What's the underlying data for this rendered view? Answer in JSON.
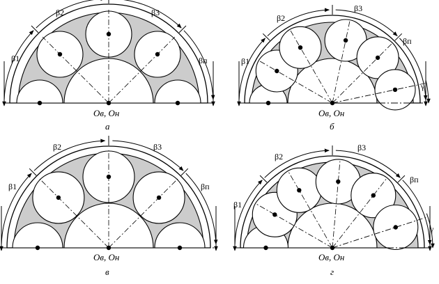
{
  "panels": [
    {
      "id": "a",
      "caption": "а",
      "center_label": "Oв, Oн",
      "angle_labels": [
        "β1",
        "β2",
        "β3",
        "βп"
      ],
      "has_gamma": false,
      "separator_colors": {
        "fill": "#cccccc",
        "stroke": "#000000"
      }
    },
    {
      "id": "b",
      "caption": "б",
      "center_label": "Oв, Oн",
      "angle_labels": [
        "β1",
        "β2",
        "β3",
        "βп"
      ],
      "has_gamma": true,
      "gamma_label": "γ",
      "separator_colors": {
        "fill": "#cccccc",
        "stroke": "#000000"
      }
    },
    {
      "id": "v",
      "caption": "в",
      "center_label": "Oв, Oн",
      "angle_labels": [
        "β1",
        "β2",
        "β3",
        "βп"
      ],
      "has_gamma": false,
      "separator_colors": {
        "fill": "#cccccc",
        "stroke": "#000000"
      }
    },
    {
      "id": "g",
      "caption": "г",
      "center_label": "Oв, Oн",
      "angle_labels": [
        "β1",
        "β2",
        "β3",
        "βп"
      ],
      "has_gamma": true,
      "gamma_label": "γ",
      "separator_colors": {
        "fill": "#cccccc",
        "stroke": "#000000"
      }
    }
  ]
}
